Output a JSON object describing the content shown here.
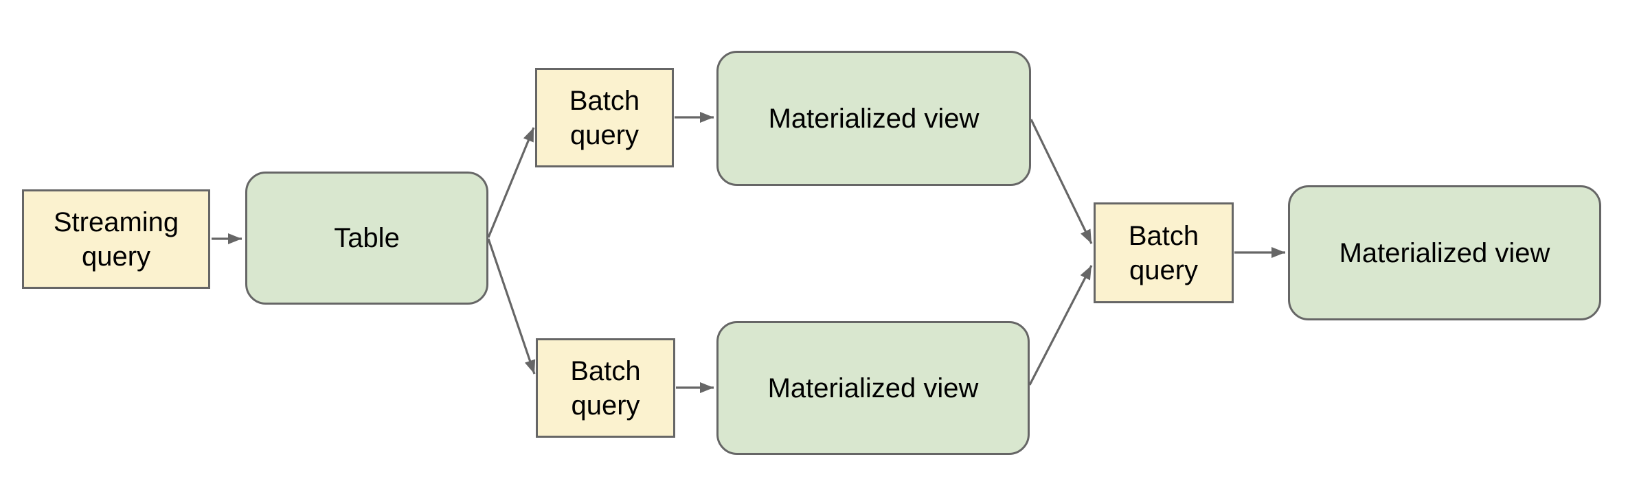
{
  "colors": {
    "background": "#FFFFFF",
    "query_fill": "#FBF2CF",
    "view_fill": "#D9E7CF",
    "node_border": "#666666",
    "edge": "#666666",
    "text": "#000000"
  },
  "nodes": {
    "streaming_query": {
      "label": "Streaming query",
      "kind": "query",
      "shape": "rectangle"
    },
    "table": {
      "label": "Table",
      "kind": "table",
      "shape": "rounded-rectangle"
    },
    "batch_query_top": {
      "label": "Batch query",
      "kind": "query",
      "shape": "rectangle"
    },
    "materialized_view_top": {
      "label": "Materialized view",
      "kind": "view",
      "shape": "rounded-rectangle"
    },
    "batch_query_bottom": {
      "label": "Batch query",
      "kind": "query",
      "shape": "rectangle"
    },
    "materialized_view_bottom": {
      "label": "Materialized view",
      "kind": "view",
      "shape": "rounded-rectangle"
    },
    "batch_query_right": {
      "label": "Batch query",
      "kind": "query",
      "shape": "rectangle"
    },
    "materialized_view_right": {
      "label": "Materialized view",
      "kind": "view",
      "shape": "rounded-rectangle"
    }
  },
  "edges": [
    {
      "from": "streaming_query",
      "to": "table"
    },
    {
      "from": "table",
      "to": "batch_query_top"
    },
    {
      "from": "table",
      "to": "batch_query_bottom"
    },
    {
      "from": "batch_query_top",
      "to": "materialized_view_top"
    },
    {
      "from": "batch_query_bottom",
      "to": "materialized_view_bottom"
    },
    {
      "from": "materialized_view_top",
      "to": "batch_query_right"
    },
    {
      "from": "materialized_view_bottom",
      "to": "batch_query_right"
    },
    {
      "from": "batch_query_right",
      "to": "materialized_view_right"
    }
  ]
}
